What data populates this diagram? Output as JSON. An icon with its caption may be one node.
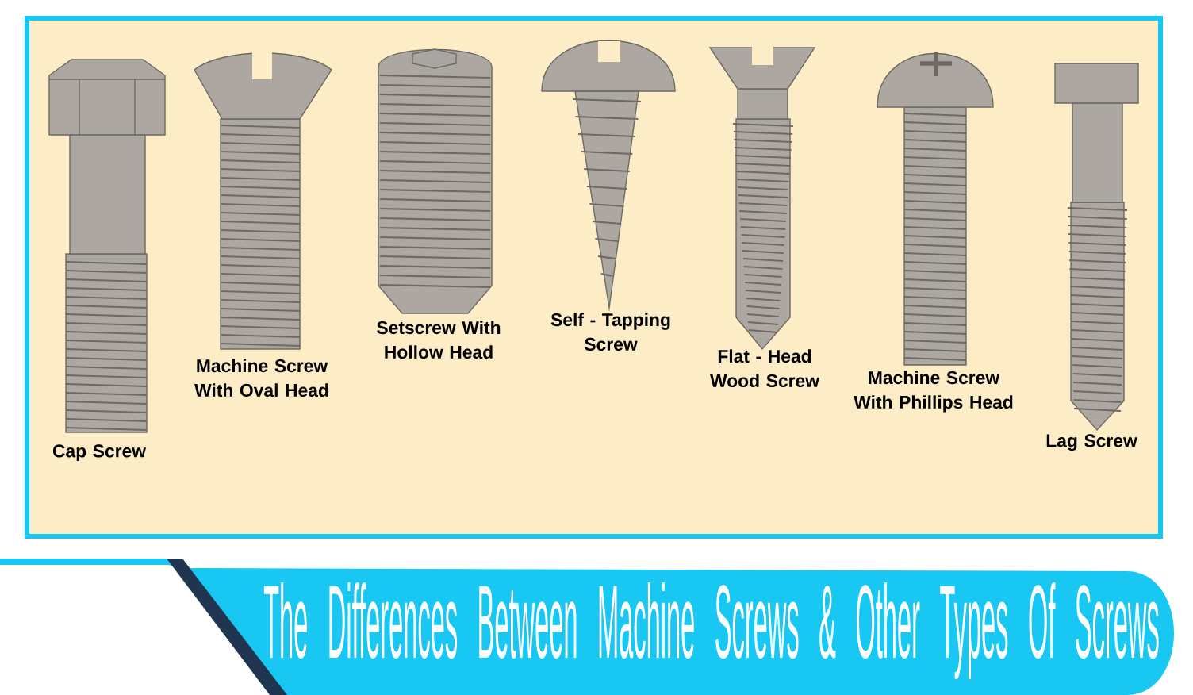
{
  "diagram": {
    "title": "The Differences Between Machine Screws & Other Types Of Screws",
    "labels": [
      "Cap Screw",
      "Machine Screw With Oval Head",
      "Setscrew With Hollow Head",
      "Self - Tapping Screw",
      "Flat - Head Wood Screw",
      "Machine Screw With Phillips Head",
      "Lag Screw"
    ]
  }
}
